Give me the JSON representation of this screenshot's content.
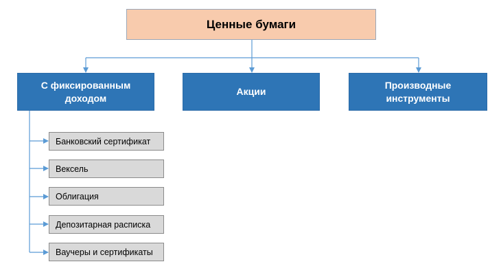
{
  "diagram": {
    "root": {
      "label": "Ценные бумаги"
    },
    "categories": [
      {
        "label": "С фиксированным\nдоходом"
      },
      {
        "label": "Акции"
      },
      {
        "label": "Производные\nинструменты"
      }
    ],
    "fixed_income_items": [
      {
        "label": "Банковский сертификат"
      },
      {
        "label": "Вексель"
      },
      {
        "label": "Облигация"
      },
      {
        "label": "Депозитарная расписка"
      },
      {
        "label": "Ваучеры и сертификаты"
      }
    ],
    "colors": {
      "root_fill": "#f8cbad",
      "category_fill": "#2e75b6",
      "item_fill": "#d9d9d9",
      "connector": "#5b9bd5"
    }
  }
}
